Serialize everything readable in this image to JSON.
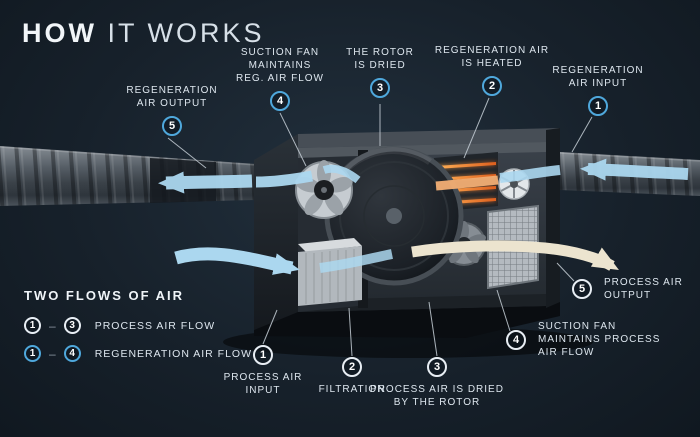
{
  "title": {
    "strong": "HOW",
    "light": " IT WORKS"
  },
  "colors": {
    "background": "#17212b",
    "accent_blue": "#4fa8dc",
    "flow_blue": "#abd7ef",
    "process_output": "#ece4cf",
    "heater_orange": "#e07a2e",
    "text": "#dde6ee"
  },
  "regeneration_callouts": [
    {
      "num": "5",
      "label": "REGENERATION\nAIR OUTPUT"
    },
    {
      "num": "4",
      "label": "SUCTION FAN\nMAINTAINS\nREG. AIR FLOW"
    },
    {
      "num": "3",
      "label": "THE ROTOR\nIS DRIED"
    },
    {
      "num": "2",
      "label": "REGENERATION AIR\nIS HEATED"
    },
    {
      "num": "1",
      "label": "REGENERATION\nAIR INPUT"
    }
  ],
  "process_callouts": [
    {
      "num": "1",
      "label": "PROCESS AIR\nINPUT"
    },
    {
      "num": "2",
      "label": "FILTRATION"
    },
    {
      "num": "3",
      "label": "PROCESS AIR IS DRIED\nBY THE ROTOR"
    },
    {
      "num": "4",
      "label": "SUCTION FAN\nMAINTAINS PROCESS\nAIR FLOW"
    },
    {
      "num": "5",
      "label": "PROCESS AIR\nOUTPUT"
    }
  ],
  "legend": {
    "title": "TWO FLOWS OF AIR",
    "separator": "–",
    "rows": [
      {
        "from": "1",
        "to": "3",
        "label": "PROCESS AIR FLOW"
      },
      {
        "from": "1",
        "to": "4",
        "label": "REGENERATION AIR FLOW"
      }
    ]
  }
}
